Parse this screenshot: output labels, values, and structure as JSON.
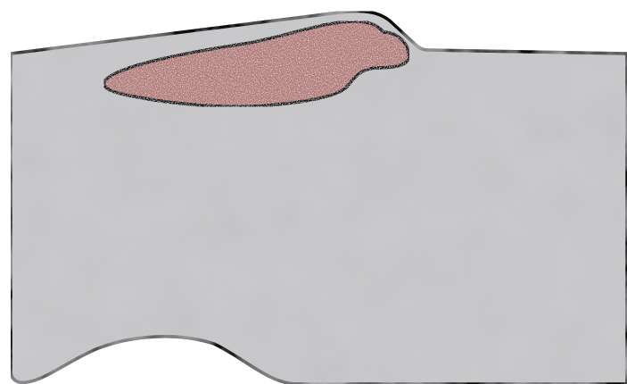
{
  "diagram": {
    "kind": "cross-section",
    "regions": [
      {
        "name": "host-body",
        "fill_color": "#c9c9cb",
        "outline_color": "#111111"
      },
      {
        "name": "inclusion",
        "fill_color": "#b07a78",
        "outline_color": "#111111"
      }
    ],
    "background_color": "#ffffff"
  }
}
